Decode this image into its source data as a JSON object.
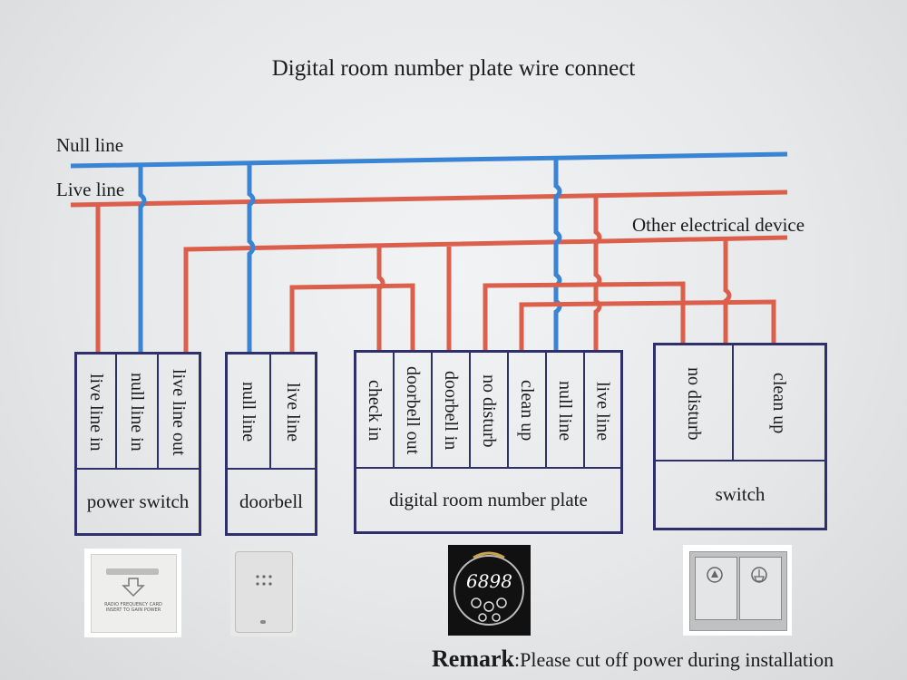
{
  "title": "Digital room number plate wire connect",
  "wires": {
    "null_line": "Null line",
    "live_line": "Live line",
    "other_device": "Other electrical device"
  },
  "colors": {
    "null": "#3a84d4",
    "live": "#db5f4b",
    "box": "#2e2f6b"
  },
  "boxes": {
    "power_switch": {
      "name": "power switch",
      "terminals": [
        "live line in",
        "null line in",
        "live line out"
      ]
    },
    "doorbell": {
      "name": "doorbell",
      "terminals": [
        "null line",
        "live line"
      ]
    },
    "room_plate": {
      "name": "digital room number plate",
      "terminals": [
        "check in",
        "doorbell out",
        "doorbell in",
        "no disturb",
        "clean up",
        "null line",
        "live line"
      ]
    },
    "switch": {
      "name": "switch",
      "terminals": [
        "no disturb",
        "clean up"
      ]
    }
  },
  "photos": {
    "power_switch": {
      "text": "RADIO FREQUENCY CARD INSERT TO GAIN POWER",
      "icon": "card-insert-arrow-icon"
    },
    "doorbell": {
      "icon": "speaker-grille-icon"
    },
    "room_plate": {
      "number": "6898",
      "icon": "room-plate-icons"
    },
    "switch": {
      "icon": "bell-and-broom-icons"
    }
  },
  "remark": {
    "label": "Remark",
    "text": ":Please cut off power during installation"
  }
}
